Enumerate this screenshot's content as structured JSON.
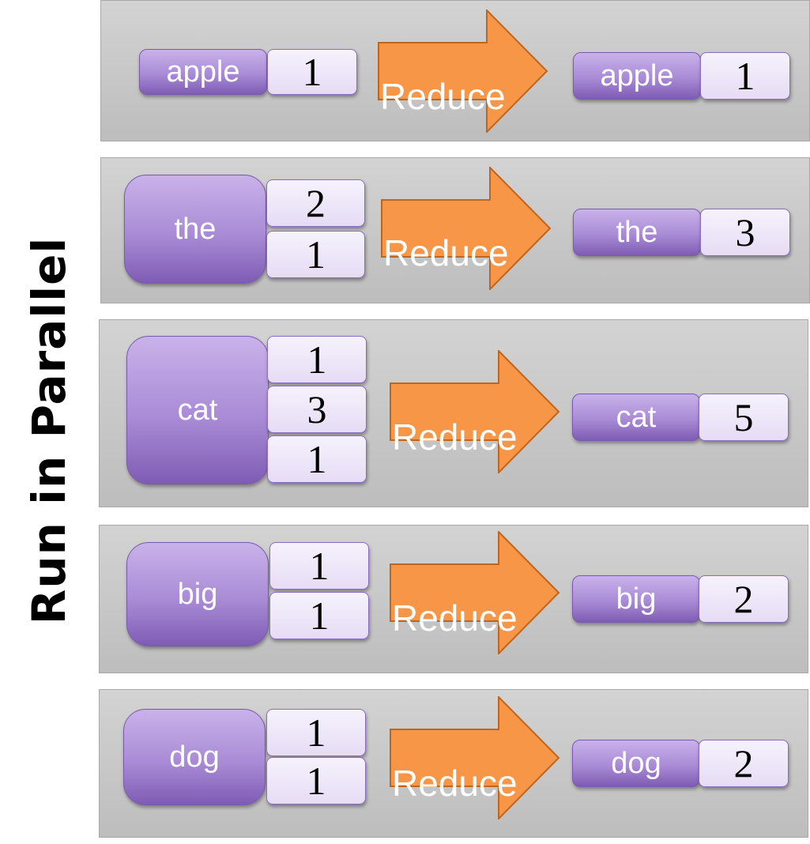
{
  "side_title": "Run in Parallel",
  "colors": {
    "arrow_fill": "#F79646",
    "arrow_stroke": "#C0651E",
    "key_purple": "#8A6CC0"
  },
  "rows": [
    {
      "key": "apple",
      "inputs": [
        "1"
      ],
      "action": "Reduce",
      "out_key": "apple",
      "out_value": "1"
    },
    {
      "key": "the",
      "inputs": [
        "2",
        "1"
      ],
      "action": "Reduce",
      "out_key": "the",
      "out_value": "3"
    },
    {
      "key": "cat",
      "inputs": [
        "1",
        "3",
        "1"
      ],
      "action": "Reduce",
      "out_key": "cat",
      "out_value": "5"
    },
    {
      "key": "big",
      "inputs": [
        "1",
        "1"
      ],
      "action": "Reduce",
      "out_key": "big",
      "out_value": "2"
    },
    {
      "key": "dog",
      "inputs": [
        "1",
        "1"
      ],
      "action": "Reduce",
      "out_key": "dog",
      "out_value": "2"
    }
  ]
}
